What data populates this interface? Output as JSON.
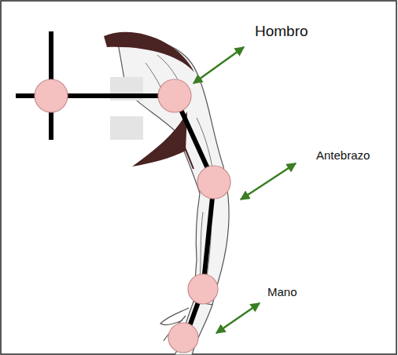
{
  "diagram": {
    "labels": [
      "Hombro",
      "Antebrazo",
      "Mano"
    ]
  }
}
